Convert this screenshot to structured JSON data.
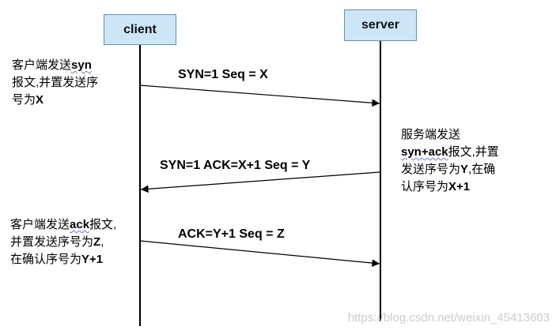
{
  "participants": {
    "client": "client",
    "server": "server"
  },
  "messages": {
    "m1": "SYN=1  Seq = X",
    "m2": "SYN=1  ACK=X+1 Seq = Y",
    "m3": "ACK=Y+1 Seq = Z"
  },
  "notes": {
    "client_first": {
      "l1a": "客户端发送",
      "l1b": "syn",
      "l2": "报文,并置发送序",
      "l3a": "号为",
      "l3b": "X"
    },
    "server_reply": {
      "l1": "服务端发送",
      "l2a": "syn+ack",
      "l2b": "报文,并置",
      "l3a": "发送序号为",
      "l3b": "Y",
      "l3c": ",在确",
      "l4a": "认序号为",
      "l4b": "X+1"
    },
    "client_ack": {
      "l1a": "客户端发送",
      "l1b": "ack",
      "l1c": "报文,",
      "l2a": "并置发送序号为",
      "l2b": "Z",
      "l2c": ",",
      "l3a": "在确认序号为",
      "l3b": "Y+1"
    }
  },
  "watermark": "https://blog.csdn.net/weixin_45413603"
}
